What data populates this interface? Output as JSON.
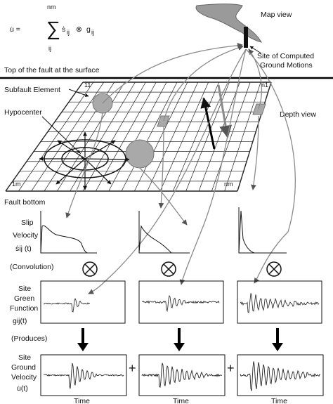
{
  "equation": {
    "lhs": "u̇ =",
    "sum_top": "nm",
    "sum_bottom": "ij",
    "sigma": "∑",
    "term1": "ṡ",
    "term1_sub": "ij",
    "op": "⊗",
    "term2": "g",
    "term2_sub": "ij"
  },
  "labels": {
    "map_view": "Map view",
    "site_computed_1": "Site of Computed",
    "site_computed_2": "Ground Motions",
    "top_of_fault": "Top of the fault at the surface",
    "subfault_element": "Subfault Element",
    "hypocenter": "Hypocenter",
    "depth_view": "Depth view",
    "fault_bottom": "Fault bottom",
    "corner_11": "11",
    "corner_n1": "n1",
    "corner_1m": "1m",
    "corner_nm": "nm"
  },
  "row_labels": {
    "slip_1": "Slip",
    "slip_2": "Velocity",
    "slip_3": "ṡij (t)",
    "convolution": "(Convolution)",
    "green_1": "Site",
    "green_2": "Green",
    "green_3": "Function",
    "green_4": "gij(t)",
    "produces": "(Produces)",
    "ground_1": "Site",
    "ground_2": "Ground",
    "ground_3": "Velocity",
    "ground_4": "u̇(t)"
  },
  "operators": {
    "convolve": "⊗",
    "plus": "+"
  },
  "time_labels": [
    "Time",
    "Time",
    "Time"
  ],
  "colors": {
    "map_shape": "#9a9a9a",
    "subfault_fill": "#a9a9a9",
    "grid": "#222222",
    "arrow_gray": "#8a8a8a"
  }
}
